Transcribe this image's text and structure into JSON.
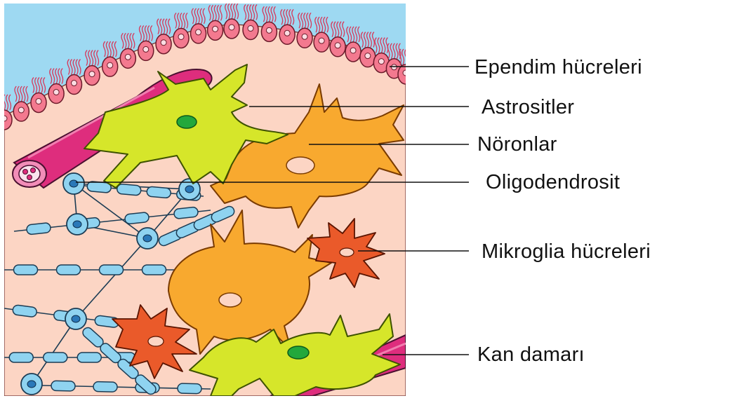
{
  "diagram": {
    "labels": {
      "ependim": "Ependim hücreleri",
      "astrosit": "Astrositler",
      "noron": "Nöronlar",
      "oligodendrosit": "Oligodendrosit",
      "mikroglia": "Mikroglia hücreleri",
      "kan_damari": "Kan damarı"
    },
    "colors": {
      "background_tissue": "#fcd5c4",
      "ventricle": "#9ed9f2",
      "ependymal_cell": "#f3798f",
      "cilia": "#d63a5c",
      "blood_vessel": "#de2d7d",
      "astrocyte": "#d6e62a",
      "neuron": "#f8a92f",
      "oligodendrocyte": "#8fd3f0",
      "microglia": "#ea5a2a",
      "leader_line": "#111111"
    }
  }
}
